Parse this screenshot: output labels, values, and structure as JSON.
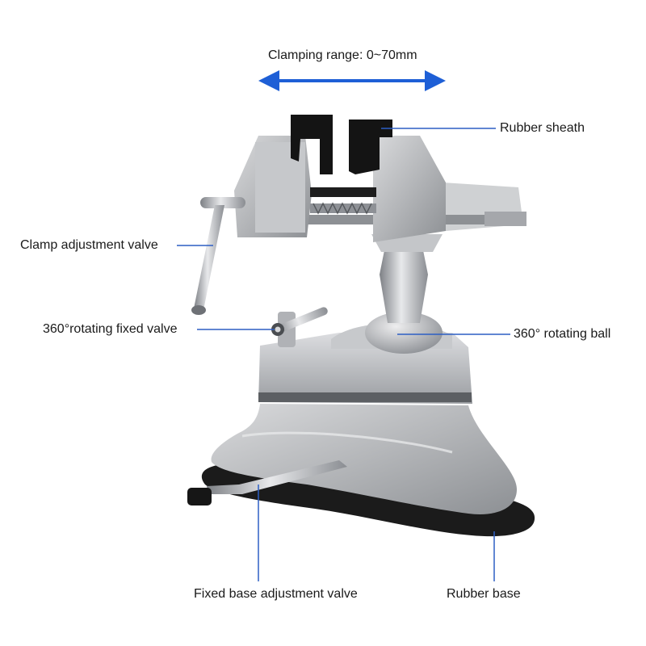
{
  "range_label": "Clamping range: 0~70mm",
  "callouts": {
    "rubber_sheath": "Rubber sheath",
    "clamp_valve": "Clamp adjustment valve",
    "rotating_fixed_valve": "360°rotating fixed valve",
    "rotating_ball": "360° rotating ball",
    "fixed_base_valve": "Fixed base adjustment valve",
    "rubber_base": "Rubber base"
  },
  "colors": {
    "arrow": "#1e5fd6",
    "leader": "#2d5fc4",
    "metal": "#b7b9bc",
    "rubber": "#1b1b1b"
  }
}
